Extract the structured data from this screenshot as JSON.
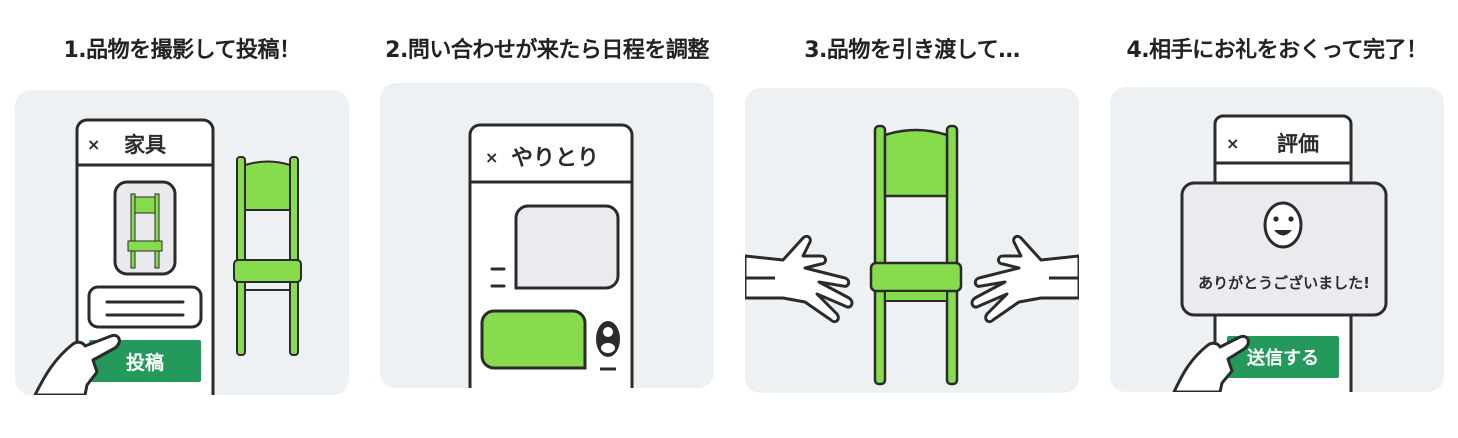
{
  "colors": {
    "panel_bg": "#edf1f4",
    "chair_green": "#86dc4c",
    "button_green": "#239a5c",
    "outline": "#2b2b2b",
    "bubble_gray": "#ebebef"
  },
  "steps": [
    {
      "title": "1.品物を撮影して投稿！",
      "screen_title": "家具",
      "close_label": "×",
      "button_label": "投稿",
      "icons": [
        "close-icon",
        "chair-photo-icon",
        "text-field-icon",
        "chair-icon",
        "pointing-hand-icon"
      ]
    },
    {
      "title": "2.問い合わせが来たら日程を調整",
      "screen_title": "やりとり",
      "close_label": "×",
      "icons": [
        "close-icon",
        "received-message-bubble",
        "sent-message-bubble",
        "user-avatar-icon"
      ]
    },
    {
      "title": "3.品物を引き渡して…",
      "icons": [
        "chair-icon",
        "left-hand-icon",
        "right-hand-icon"
      ]
    },
    {
      "title": "4.相手にお礼をおくって完了！",
      "screen_title": "評価",
      "close_label": "×",
      "dialog_message": "ありがとうございました!",
      "button_label": "送信する",
      "icons": [
        "close-icon",
        "smiley-face-icon",
        "pointing-hand-icon"
      ]
    }
  ]
}
